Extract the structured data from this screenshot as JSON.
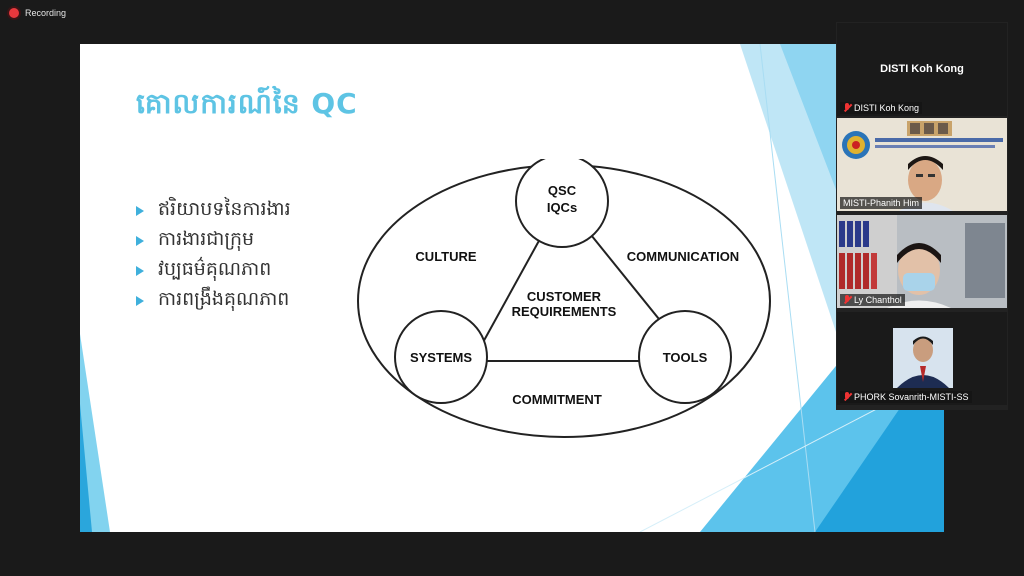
{
  "recording": {
    "label": "Recording"
  },
  "slide": {
    "title": "គោលការណ៍នៃ QC",
    "bullets": [
      "ឥរិយាបទនៃការងារ",
      "ការងារជាក្រុម",
      "វប្បធម៌គុណភាព",
      "ការពង្រឹងគុណភាព"
    ],
    "diagram": {
      "top_node": [
        "QSC",
        "IQCs"
      ],
      "left_node": "SYSTEMS",
      "right_node": "TOOLS",
      "center": [
        "CUSTOMER",
        "REQUIREMENTS"
      ],
      "culture": "CULTURE",
      "communication": "COMMUNICATION",
      "commitment": "COMMITMENT"
    }
  },
  "participants": {
    "header_title": "DISTI Koh Kong",
    "tiles": [
      {
        "name": "DISTI Koh Kong",
        "muted": true
      },
      {
        "name": "MISTI-Phanith Him",
        "muted": false,
        "active": true
      },
      {
        "name": "Ly Chanthol",
        "muted": true
      },
      {
        "name": "PHORK Sovanrith-MISTI-SS",
        "muted": true
      }
    ]
  },
  "colors": {
    "accent": "#5ec4e4",
    "accent_dark": "#1f9fd8",
    "active_border": "#f2d648"
  }
}
